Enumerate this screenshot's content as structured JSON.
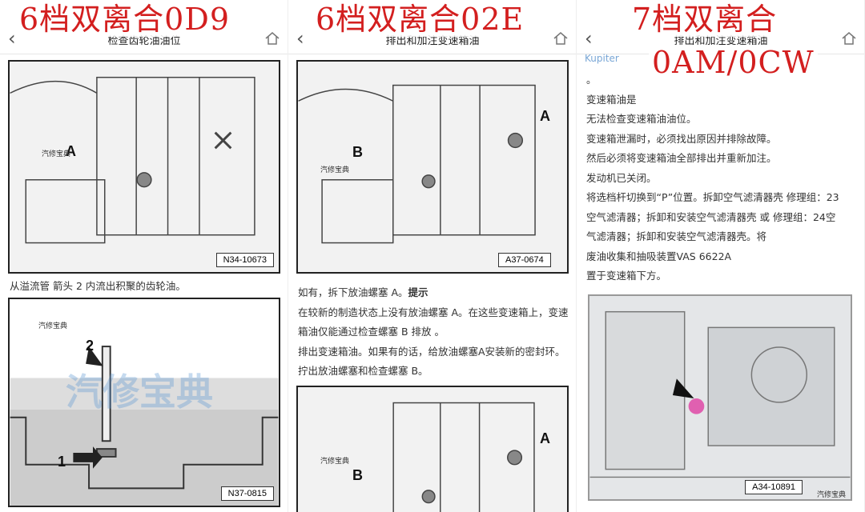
{
  "panels": [
    {
      "overlay": "6档双离合0D9",
      "title": "检查齿轮油油位",
      "fig1": {
        "code": "N34-10673",
        "labels": [
          "A"
        ],
        "watermark": "汽修宝典"
      },
      "caption": "从溢流管 箭头 2 内流出积聚的齿轮油。",
      "fig2": {
        "code": "N37-0815",
        "labels": [
          "1",
          "2"
        ],
        "watermark": "汽修宝典",
        "big_watermark": "汽修宝典"
      }
    },
    {
      "overlay": "6档双离合02E",
      "title": "排出和加注变速箱油",
      "fig1": {
        "code": "A37-0674",
        "labels": [
          "A",
          "B"
        ],
        "watermark": "汽修宝典"
      },
      "text": {
        "line1": "如有，拆下放油螺塞 A。",
        "hint": "提示",
        "p1": "在较新的制造状态上没有放油螺塞 A。在这些变速箱上，变速箱油仅能通过检查螺塞 B 排放 。",
        "p2": "排出变速箱油。如果有的话，给放油螺塞A安装新的密封环。拧出放油螺塞和检查螺塞 B。"
      },
      "fig2": {
        "labels": [
          "A",
          "B"
        ],
        "watermark": "汽修宝典"
      }
    },
    {
      "overlay_line1": "7档双离合",
      "overlay_line2": "0AM/0CW",
      "title": "排出和加注变速箱油",
      "faint": "Kupiter",
      "lines": [
        "。",
        "变速箱油是",
        "无法检查变速箱油油位。",
        "变速箱泄漏时，必须找出原因并排除故障。",
        "然后必须将变速箱油全部排出并重新加注。",
        "发动机已关闭。",
        "将选档杆切换到“P”位置。拆卸空气滤清器壳 修理组：23",
        "空气滤清器；拆卸和安装空气滤清器壳 或 修理组：24空",
        "气滤清器；拆卸和安装空气滤清器壳。将",
        "废油收集和抽吸装置VAS 6622A",
        "置于变速箱下方。"
      ],
      "fig1": {
        "code": "A34-10891",
        "watermark": "汽修宝典"
      }
    }
  ],
  "icons": {
    "back": "chevron-left-icon",
    "home": "home-icon"
  }
}
